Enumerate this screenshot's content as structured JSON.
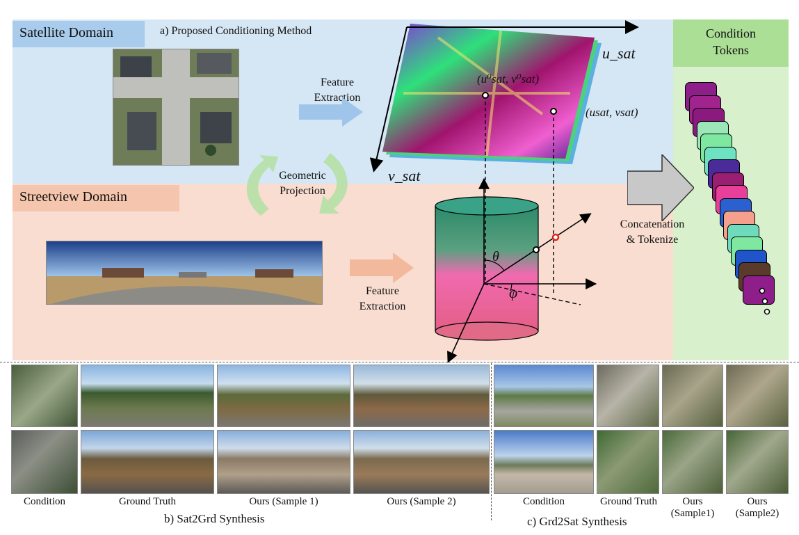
{
  "panel_a": {
    "satellite_domain_label": "Satellite Domain",
    "streetview_domain_label": "Streetview Domain",
    "title": "a) Proposed Conditioning Method",
    "feature_extraction_top": "Feature\nExtraction",
    "feature_extraction_bottom": "Feature\nExtraction",
    "geometric_projection": "Geometric\nProjection",
    "concatenation": "Concatenation\n& Tokenize",
    "condition_tokens": "Condition\nTokens",
    "axis_u": "u_sat",
    "axis_v": "v_sat",
    "point_0": "(u⁰sat, v⁰sat)",
    "point_1": "(usat, vsat)",
    "theta": "θ",
    "phi": "φ"
  },
  "panel_b": {
    "title": "b) Sat2Grd Synthesis",
    "captions": [
      "Condition",
      "Ground Truth",
      "Ours (Sample 1)",
      "Ours (Sample 2)"
    ]
  },
  "panel_c": {
    "title": "c) Grd2Sat Synthesis",
    "captions": [
      "Condition",
      "Ground Truth",
      "Ours\n(Sample1)",
      "Ours\n(Sample2)"
    ]
  },
  "colors": {
    "satellite_bg": "#d5e6f4",
    "streetview_bg": "#f8ddd0",
    "tokens_bg": "#d8f0cb",
    "token_colors": [
      "#8e1e8a",
      "#a0238e",
      "#8b1a7e",
      "#9be7b8",
      "#7fe8a0",
      "#6ee3c3",
      "#4b2a9a",
      "#9a1f72",
      "#e8409a",
      "#2a60d0",
      "#f4a08c",
      "#6edcbc",
      "#7fe8a0",
      "#1f55c8",
      "#5a3a2a",
      "#8e1e8a"
    ]
  }
}
